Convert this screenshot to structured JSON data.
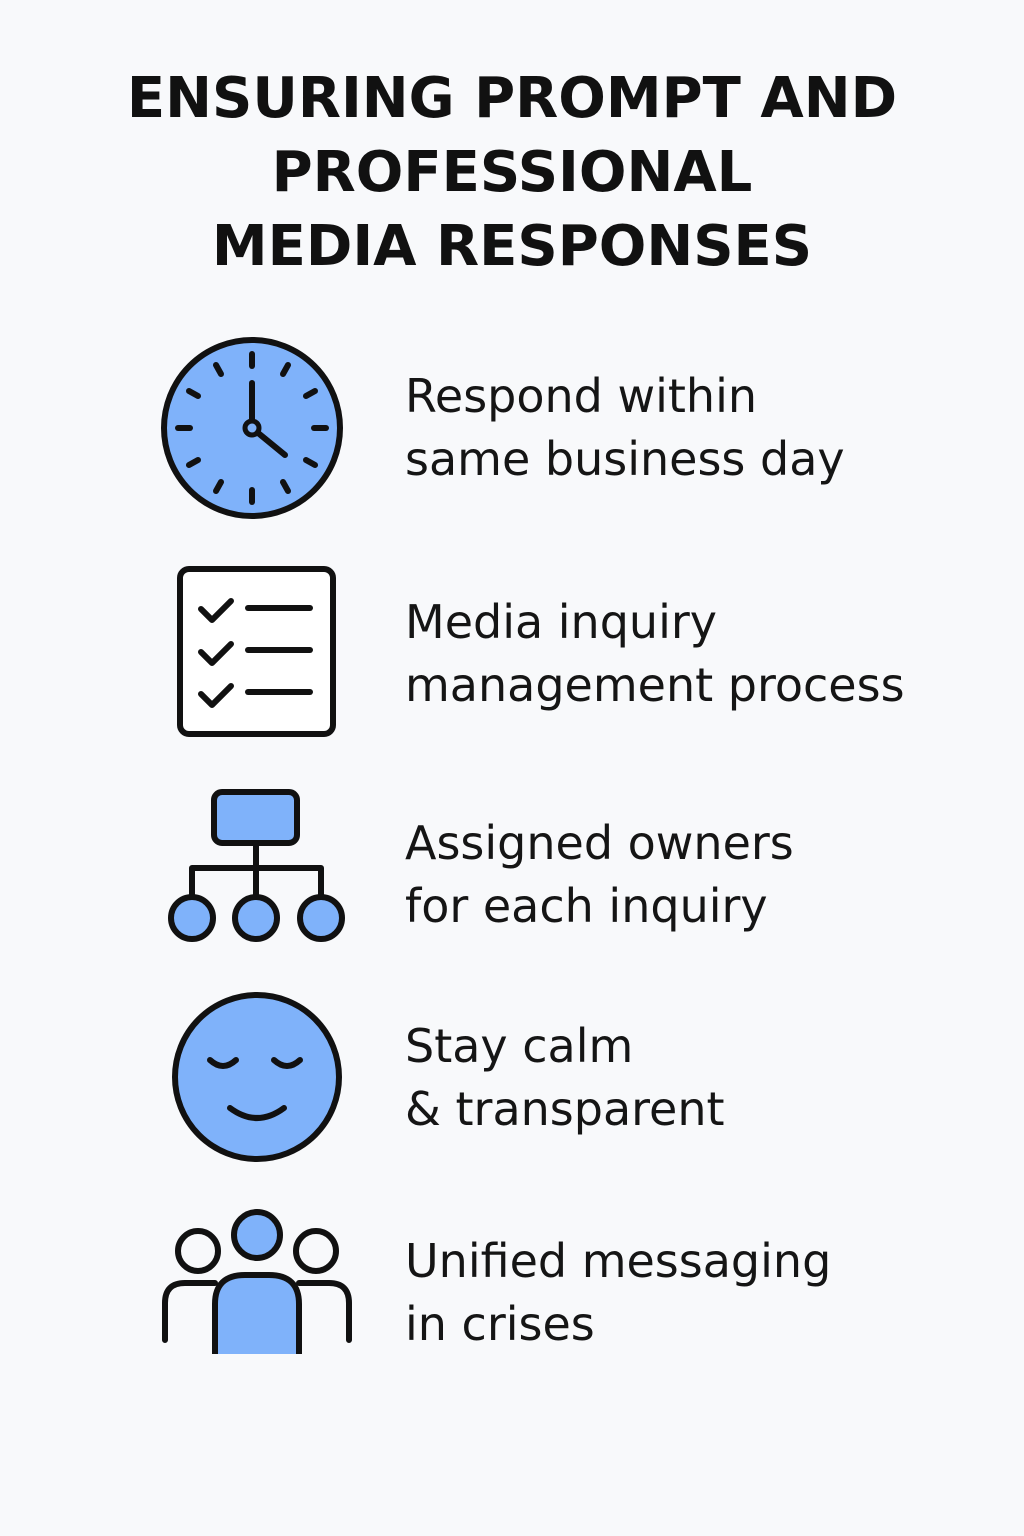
{
  "title": {
    "lines": [
      "ENSURING PROMPT AND",
      "PROFESSIONAL",
      "MEDIA RESPONSES"
    ]
  },
  "colors": {
    "background": "#f8f9fb",
    "icon_fill": "#7fb2fa",
    "icon_stroke": "#111111",
    "text": "#151515"
  },
  "items": [
    {
      "icon": "clock-icon",
      "lines": [
        "Respond within",
        "same business day"
      ]
    },
    {
      "icon": "checklist-icon",
      "lines": [
        "Media inquiry",
        "management process"
      ]
    },
    {
      "icon": "org-chart-icon",
      "lines": [
        "Assigned owners",
        "for each inquiry"
      ]
    },
    {
      "icon": "calm-face-icon",
      "lines": [
        "Stay calm",
        "& transparent"
      ]
    },
    {
      "icon": "group-icon",
      "lines": [
        "Unified messaging",
        "in crises"
      ]
    }
  ]
}
